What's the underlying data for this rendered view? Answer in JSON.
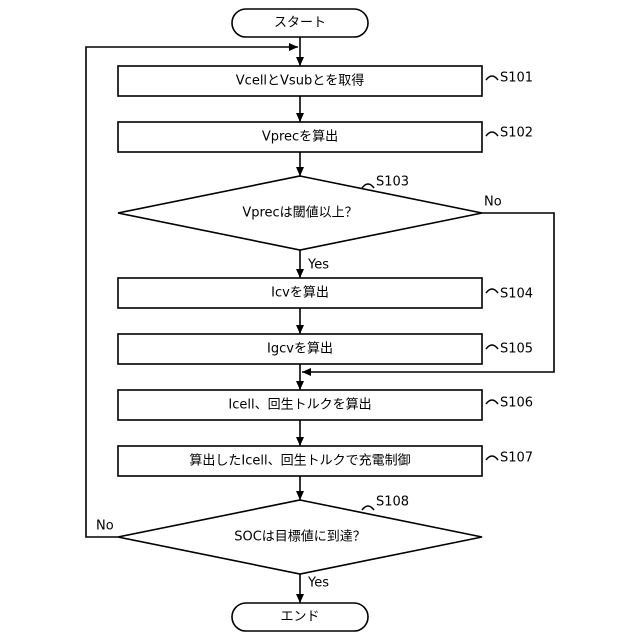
{
  "flowchart": {
    "start": "スタート",
    "end": "エンド",
    "nodes": [
      {
        "id": "S101",
        "label": "VcellとVsubとを取得",
        "step": "S101"
      },
      {
        "id": "S102",
        "label": "Vprecを算出",
        "step": "S102"
      },
      {
        "id": "S103",
        "label": "Vprecは閾値以上？",
        "step": "S103"
      },
      {
        "id": "S104",
        "label": "Icvを算出",
        "step": "S104"
      },
      {
        "id": "S105",
        "label": "Igcvを算出",
        "step": "S105"
      },
      {
        "id": "S106",
        "label": "Icell、回生トルクを算出",
        "step": "S106"
      },
      {
        "id": "S107",
        "label": "算出したIcell、回生トルクで充電制御",
        "step": "S107"
      },
      {
        "id": "S108",
        "label": "SOCは目標値に到達？",
        "step": "S108"
      }
    ],
    "branches": {
      "s103_yes": "Yes",
      "s103_no": "No",
      "s108_yes": "Yes",
      "s108_no": "No"
    }
  }
}
